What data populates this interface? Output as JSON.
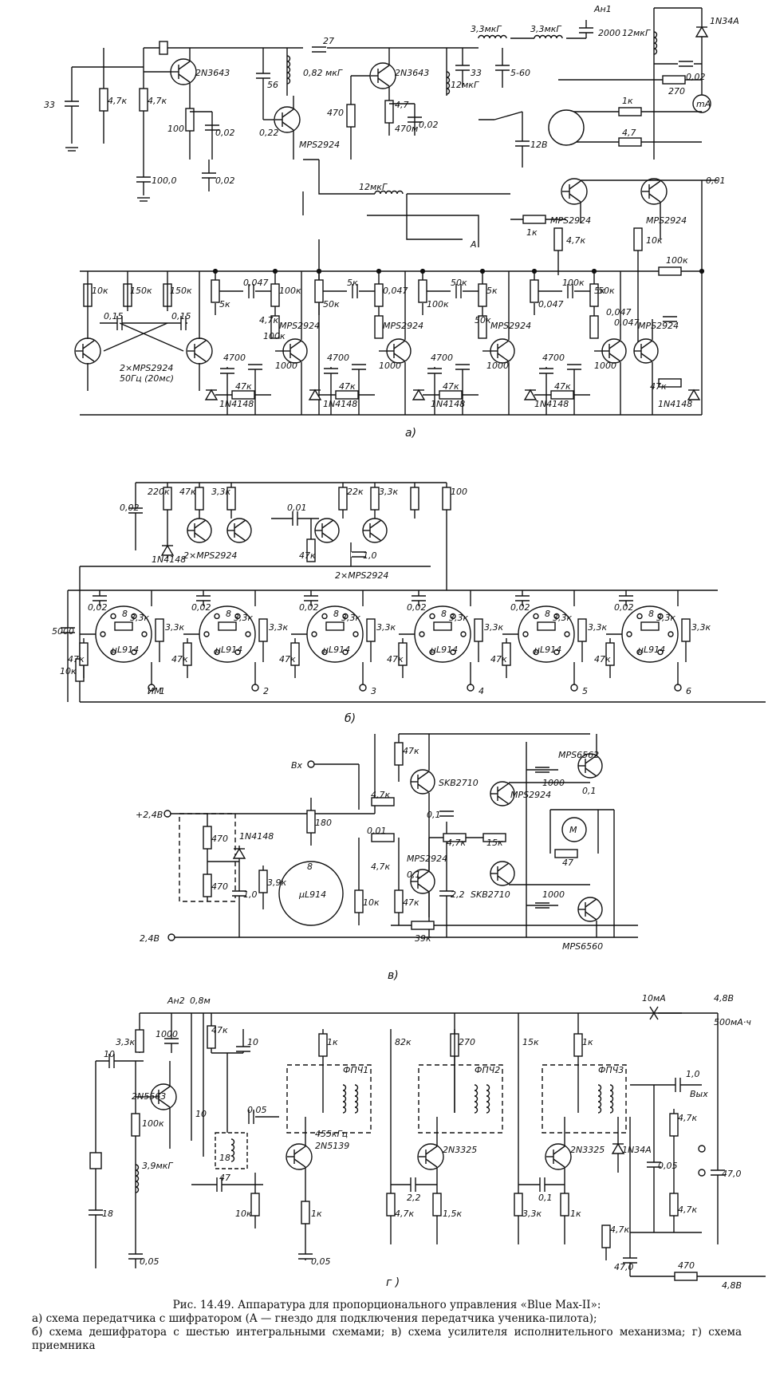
{
  "figure": {
    "caption_title": "Рис. 14.49. Аппаратура для пропорционального управления «Blue Max-II»:",
    "caption_line2": "а) схема передатчика с шифратором (A — гнездо для подключения передатчика ученика-пилота);",
    "caption_line3": "б) схема дешифратора с шестью интегральными схемами; в) схема усилителя исполнительного механизма; г) схема приемника",
    "sub_a": "а)",
    "sub_b": "б)",
    "sub_v": "в)",
    "sub_g": "г )"
  },
  "diagram_a": {
    "labels": [
      "33",
      "4,7к",
      "4,7к",
      "2N3643",
      "56",
      "0,82 мкГ",
      "100",
      "0,02",
      "0,22",
      "MPS2924",
      "100,0",
      "0,02",
      "27",
      "2N3643",
      "470",
      "4,7",
      "470м",
      "0,02",
      "12мкГ",
      "3,3мкГ",
      "3,3мкГ",
      "Ан1",
      "2000",
      "33",
      "5-60",
      "12мкГ",
      "1N34A",
      "0,02",
      "270",
      "mA",
      "1к",
      "4,7",
      "12В",
      "12мкГ",
      "0,01",
      "MPS2924",
      "MPS2924",
      "1к",
      "4,7к",
      "10к",
      "A",
      "100к",
      "10к",
      "150к",
      "150к",
      "0,15",
      "0,15",
      "5к",
      "0,047",
      "100к",
      "50к",
      "5к",
      "0,047",
      "100к",
      "50к",
      "5к",
      "0,047",
      "100к",
      "50к",
      "5к",
      "0,047",
      "100к",
      "4,7к",
      "50к",
      "0,047",
      "MPS2924",
      "MPS2924",
      "MPS2924",
      "MPS2924",
      "4700",
      "4700",
      "4700",
      "4700",
      "1000",
      "1000",
      "1000",
      "1000",
      "47к",
      "47к",
      "47к",
      "47к",
      "47к",
      "1N4148",
      "1N4148",
      "1N4148",
      "1N4148",
      "1N4148",
      "2×MPS2924",
      "50Гц (20мс)"
    ]
  },
  "diagram_b": {
    "labels": [
      "220к",
      "47к",
      "3,3к",
      "22к",
      "3,3к",
      "100",
      "0,02",
      "0,01",
      "47к",
      "1,0",
      "1N4148",
      "2×MPS2924",
      "2×MPS2924",
      "5000",
      "10к",
      "ИМ",
      "1",
      "2",
      "3",
      "4",
      "5",
      "6"
    ],
    "ic_label": "μL914",
    "ic_pin": "8",
    "ic_cap": "0,02",
    "ic_res1": "3,3к",
    "ic_res2": "47к",
    "ic_res3": "3,3к"
  },
  "diagram_v": {
    "labels": [
      "Вх",
      "+2,4В",
      "2,4В",
      "470",
      "470",
      "1N4148",
      "1,0",
      "3,9к",
      "180",
      "8",
      "μL914",
      "10к",
      "0,01",
      "4,7к",
      "4,7к",
      "47к",
      "SKB2710",
      "0,1",
      "MPS2924",
      "0,1",
      "47к",
      "2,2",
      "39к",
      "4,7к",
      "15к",
      "MPS2924",
      "SKB2710",
      "MPS6562",
      "1000",
      "0,1",
      "M",
      "47",
      "1000",
      "MPS6560"
    ]
  },
  "diagram_g": {
    "labels": [
      "Ан2",
      "0,8м",
      "3,3к",
      "1000",
      "10",
      "47к",
      "10",
      "2N5563",
      "100к",
      "18",
      "3,9мкГ",
      "0,05",
      "10",
      "0,05",
      "18",
      "47",
      "10к",
      "2N5139",
      "455кГц",
      "1к",
      "0,05",
      "1к",
      "ФПЧ1",
      "82к",
      "270",
      "ФПЧ2",
      "2N3325",
      "2,2",
      "4,7к",
      "1,5к",
      "15к",
      "1к",
      "ФПЧ3",
      "2N3325",
      "0,1",
      "3,3к",
      "1к",
      "1N34A",
      "4,7к",
      "47,0",
      "470",
      "1,0",
      "Вых",
      "4,7к",
      "0,05",
      "4,7к",
      "47,0",
      "10мА",
      "4,8В",
      "500мА·ч",
      "4,8В"
    ]
  }
}
